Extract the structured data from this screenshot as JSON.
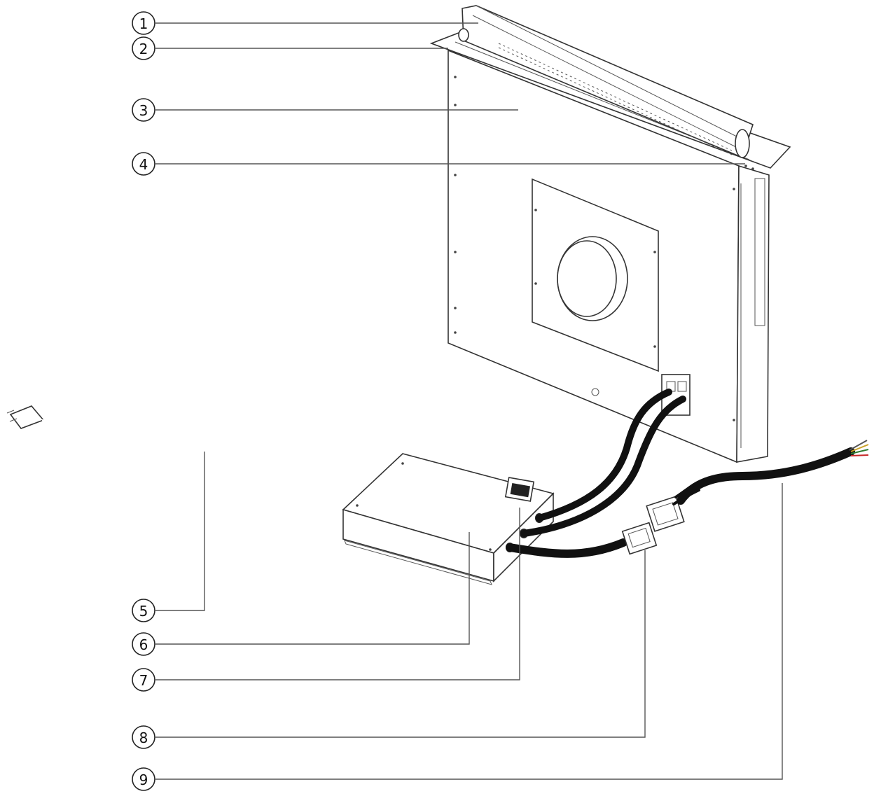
{
  "callouts": [
    {
      "number": "1"
    },
    {
      "number": "2"
    },
    {
      "number": "3"
    },
    {
      "number": "4"
    },
    {
      "number": "5"
    },
    {
      "number": "6"
    },
    {
      "number": "7"
    },
    {
      "number": "8"
    },
    {
      "number": "9"
    }
  ],
  "colors": {
    "line": "#333333",
    "cable": "#111111",
    "background": "#ffffff"
  }
}
